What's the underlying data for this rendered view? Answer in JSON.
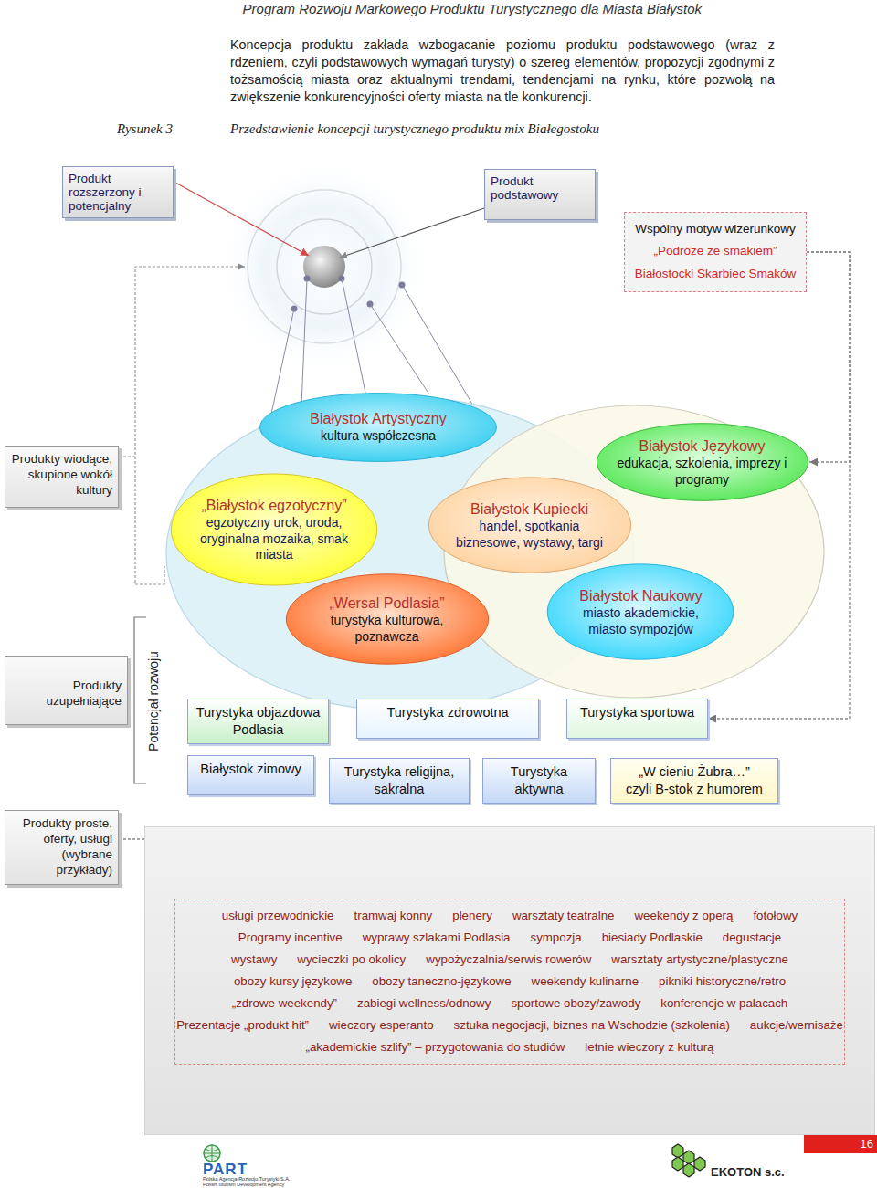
{
  "diagram": {
    "title": "Przedstawienie koncepcji turystycznego produktu mix Białegostoku",
    "nodes": [
      {
        "text": [
          "Produkt rozszerzony i potencjalny"
        ]
      },
      {
        "text": [
          "Produkt podstawowy"
        ]
      },
      {
        "text": [
          "Wspólny motyw wizerunkowy",
          "„Podróże ze smakiem”",
          "Białostocki Skarbiec Smaków"
        ]
      },
      {
        "text": [
          "Produkty wiodące, skupione wokół kultury"
        ]
      },
      {
        "text": [
          "Białystok Artystyczny",
          "kultura współczesna"
        ]
      },
      {
        "text": [
          "„Białystok egzotyczny”",
          "egzotyczny urok, uroda, oryginalna mozaika, smak miasta"
        ]
      },
      {
        "text": [
          "Białystok Kupiecki",
          "handel, spotkania biznesowe, wystawy, targi"
        ]
      },
      {
        "text": [
          "Białystok Językowy",
          "edukacja, szkolenia, imprezy i programy"
        ]
      },
      {
        "text": [
          "„Wersal Podlasia”",
          "turystyka kulturowa, poznawcza"
        ]
      },
      {
        "text": [
          "Białystok Naukowy",
          "miasto akademickie, miasto sympozjów"
        ]
      },
      {
        "text": [
          "Produkty uzupełniające"
        ]
      },
      {
        "text": [
          "Turystyka objazdowa Podlasia"
        ]
      },
      {
        "text": [
          "Turystyka zdrowotna"
        ]
      },
      {
        "text": [
          "Turystyka sportowa"
        ]
      },
      {
        "text": [
          "Białystok zimowy"
        ]
      },
      {
        "text": [
          "Turystyka religijna, sakralna"
        ]
      },
      {
        "text": [
          "Turystyka aktywna"
        ]
      },
      {
        "text": [
          "„W cieniu Żubra…”",
          "czyli B-stok z humorem"
        ]
      },
      {
        "text": [
          "Produkty proste, oferty, usługi (wybrane przykłady)"
        ]
      },
      {
        "text": [
          "usługi przewodnickie",
          "tramwaj konny",
          "plenery",
          "warsztaty teatralne",
          "weekendy z operą",
          "fotołowy",
          "Programy incentive",
          "wyprawy szlakami Podlasia",
          "sympozja",
          "biesiady Podlaskie",
          "degustacje",
          "wystawy",
          "wycieczki po okolicy",
          "wypożyczalnia/serwis rowerów",
          "warsztaty artystyczne/plastyczne",
          "obozy kursy językowe",
          "obozy taneczno-językowe",
          "weekendy kulinarne",
          "pikniki historyczne/retro",
          "„zdrowe weekendy”",
          "zabiegi wellness/odnowy",
          "sportowe obozy/zawody",
          "konferencje w pałacach",
          "Prezentacje „produkt hit”",
          "wieczory esperanto",
          "sztuka negocjacji, biznes na Wschodzie (szkolenia)",
          "aukcje/wernisaże",
          "„akademickie szlify” – przygotowania do studiów",
          "letnie wieczory z kulturą"
        ]
      }
    ],
    "edges": [
      {
        "from": 2,
        "to": 7,
        "arrow": "to"
      },
      {
        "from": 2,
        "to": 13,
        "arrow": "to"
      },
      {
        "from": 18,
        "to": 19,
        "arrow": "none"
      }
    ],
    "labels": [
      "Program Rozwoju Markowego Produktu Turystycznego dla Miasta Białystok",
      "Koncepcja produktu zakłada wzbogacanie poziomu produktu podstawowego (wraz z rdzeniem, czyli podstawowych wymagań turysty) o szereg elementów, propozycji zgodnymi z tożsamością miasta oraz aktualnymi trendami, tendencjami na rynku, które pozwolą na zwiększenie konkurencyjności oferty miasta na tle konkurencji.",
      "Rysunek 3",
      "Potencjał rozwoju",
      "16",
      "PART",
      "Polska Agencja Rozwoju Turystyki S.A.",
      "Polish Tourism Development Agency",
      "EKOTON s.c."
    ]
  }
}
